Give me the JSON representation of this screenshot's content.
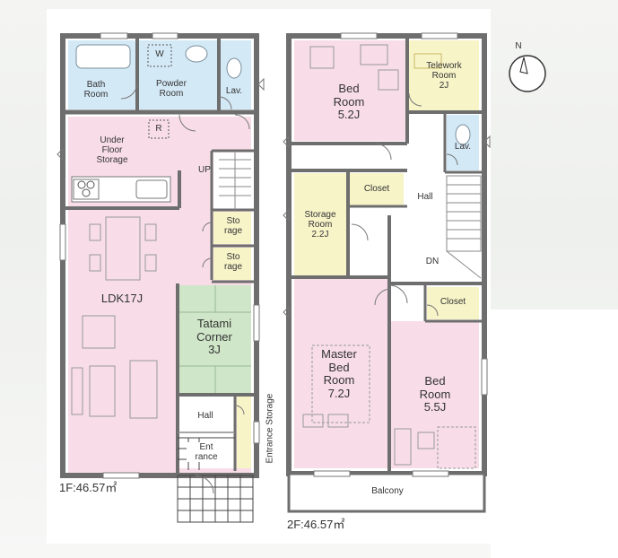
{
  "floor1": {
    "rooms": {
      "bath": "Bath\nRoom",
      "washer": "W",
      "powder": "Powder\nRoom",
      "lav": "Lav.",
      "refrigerator": "R",
      "underfloor": "Under\nFloor\nStorage",
      "up": "UP",
      "storage1": "Sto\nrage",
      "storage2": "Sto\nrage",
      "ldk": "LDK17J",
      "tatami": "Tatami\nCorner\n3J",
      "hall": "Hall",
      "entrance": "Ent\nrance",
      "entrance_storage": "Entrance Storage"
    },
    "area": "1F:46.57㎡"
  },
  "floor2": {
    "rooms": {
      "bed1": "Bed\nRoom\n5.2J",
      "telework": "Telework\nRoom\n2J",
      "lav": "Lav.",
      "closet1": "Closet",
      "hall": "Hall",
      "storage": "Storage\nRoom\n2.2J",
      "dn": "DN",
      "closet2": "Closet",
      "master": "Master\nBed\nRoom\n7.2J",
      "bed2": "Bed\nRoom\n5.5J",
      "balcony": "Balcony"
    },
    "area": "2F:46.57㎡"
  },
  "compass": {
    "label": "N"
  },
  "colors": {
    "pink": "#f8dde8",
    "blue": "#d4e9f6",
    "yellow": "#f7f4c8",
    "green": "#cfe6c8",
    "wall": "#6e6e6e"
  }
}
